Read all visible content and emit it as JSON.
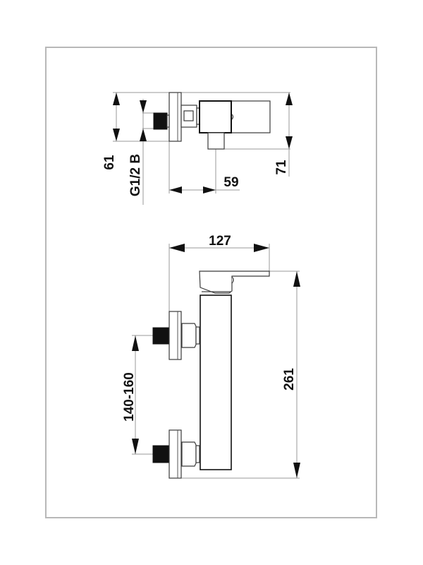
{
  "drawing": {
    "title": "Shower mixer dimension drawing",
    "units": "mm",
    "colors": {
      "line": "#111111",
      "dimension": "#9a9a9a",
      "frame": "#b8b8b8",
      "background": "#ffffff"
    },
    "top_view": {
      "dimensions": {
        "depth_wall_to_outlet": "59",
        "plate_height": "61",
        "thread_size": "G1/2 B",
        "overall_height": "71"
      }
    },
    "front_view": {
      "dimensions": {
        "projection": "127",
        "overall_height": "261",
        "inlet_spacing": "140-160"
      }
    }
  }
}
